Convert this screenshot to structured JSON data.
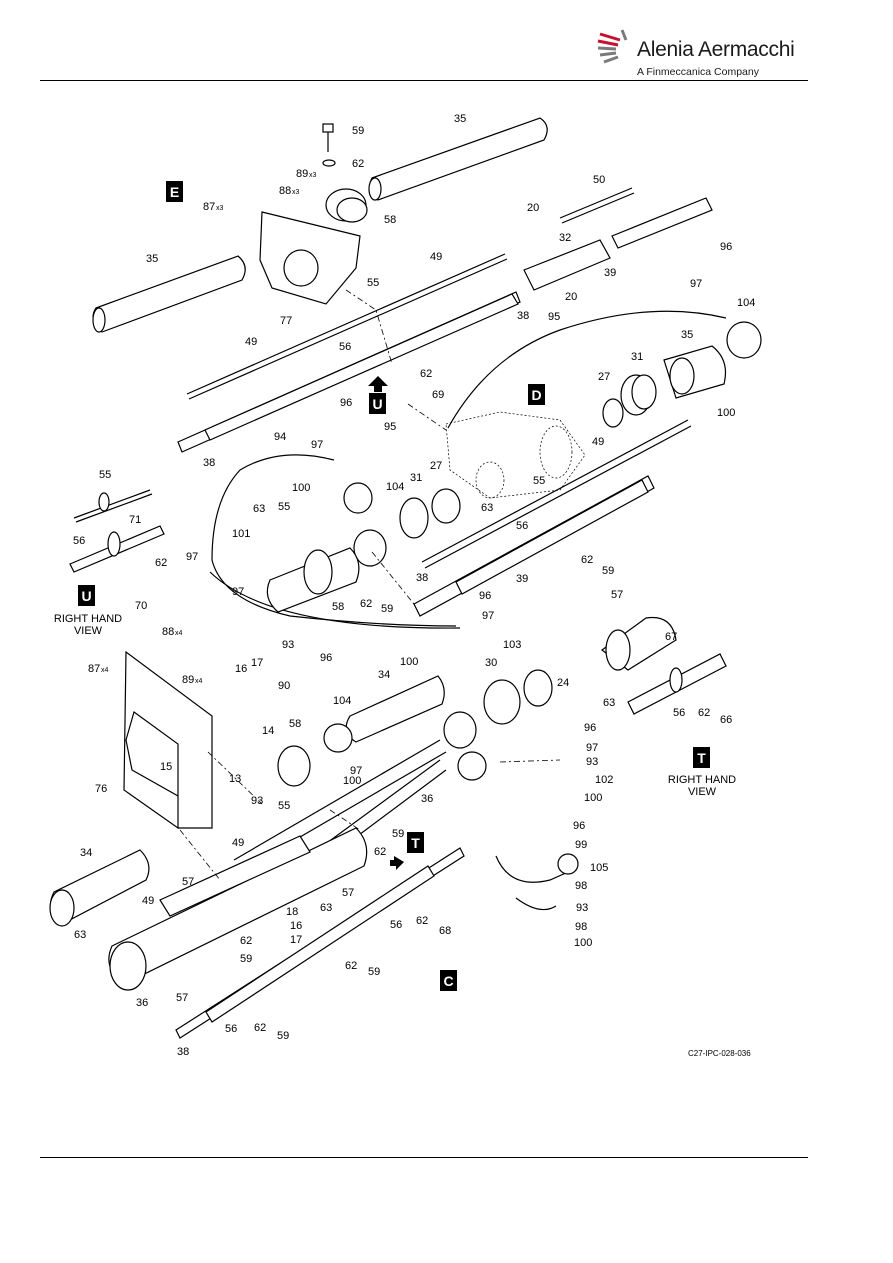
{
  "header": {
    "brand": "Alenia Aermacchi",
    "subtitle": "A Finmeccanica Company",
    "brand_colors": {
      "stripes": "#c8102e",
      "mark_grey": "#7a7a7a"
    }
  },
  "figure_ref": "C27-IPC-028-036",
  "view_badges": {
    "E": "E",
    "D": "D",
    "U_main": "U",
    "U_view": "U",
    "T_main": "T",
    "T_view": "T",
    "C": "C"
  },
  "captions": {
    "u_view_line1": "RIGHT HAND",
    "u_view_line2": "VIEW",
    "t_view_line1": "RIGHT HAND",
    "t_view_line2": "VIEW"
  },
  "callouts": [
    {
      "id": "c35a",
      "text": "35"
    },
    {
      "id": "c59a",
      "text": "59"
    },
    {
      "id": "c62a",
      "text": "62"
    },
    {
      "id": "c89a",
      "text": "89",
      "sfx": "x3"
    },
    {
      "id": "c88a",
      "text": "88",
      "sfx": "x3"
    },
    {
      "id": "c87a",
      "text": "87",
      "sfx": "x3"
    },
    {
      "id": "c58a",
      "text": "58"
    },
    {
      "id": "c50",
      "text": "50"
    },
    {
      "id": "c20a",
      "text": "20"
    },
    {
      "id": "c32",
      "text": "32"
    },
    {
      "id": "c96a",
      "text": "96"
    },
    {
      "id": "c35b",
      "text": "35"
    },
    {
      "id": "c49a",
      "text": "49"
    },
    {
      "id": "c39a",
      "text": "39"
    },
    {
      "id": "c97a",
      "text": "97"
    },
    {
      "id": "c55a",
      "text": "55"
    },
    {
      "id": "c20b",
      "text": "20"
    },
    {
      "id": "c104a",
      "text": "104"
    },
    {
      "id": "c77",
      "text": "77"
    },
    {
      "id": "c38a",
      "text": "38"
    },
    {
      "id": "c95a",
      "text": "95"
    },
    {
      "id": "c49b",
      "text": "49"
    },
    {
      "id": "c56a",
      "text": "56"
    },
    {
      "id": "c62b",
      "text": "62"
    },
    {
      "id": "c35c",
      "text": "35"
    },
    {
      "id": "c31a",
      "text": "31"
    },
    {
      "id": "c27a",
      "text": "27"
    },
    {
      "id": "c69",
      "text": "69"
    },
    {
      "id": "c100a",
      "text": "100"
    },
    {
      "id": "c96b",
      "text": "96"
    },
    {
      "id": "c94",
      "text": "94"
    },
    {
      "id": "c95b",
      "text": "95"
    },
    {
      "id": "c97b",
      "text": "97"
    },
    {
      "id": "c38b",
      "text": "38"
    },
    {
      "id": "c104b",
      "text": "104"
    },
    {
      "id": "c27b",
      "text": "27"
    },
    {
      "id": "c49c",
      "text": "49"
    },
    {
      "id": "c31b",
      "text": "31"
    },
    {
      "id": "c100b",
      "text": "100"
    },
    {
      "id": "c55b",
      "text": "55"
    },
    {
      "id": "c63a",
      "text": "63"
    },
    {
      "id": "c55c",
      "text": "55"
    },
    {
      "id": "c71",
      "text": "71"
    },
    {
      "id": "c63b",
      "text": "63"
    },
    {
      "id": "c55d",
      "text": "55"
    },
    {
      "id": "c56b",
      "text": "56"
    },
    {
      "id": "c101",
      "text": "101"
    },
    {
      "id": "c56c",
      "text": "56"
    },
    {
      "id": "c62c",
      "text": "62"
    },
    {
      "id": "c62d",
      "text": "62"
    },
    {
      "id": "c38c",
      "text": "38"
    },
    {
      "id": "c39b",
      "text": "39"
    },
    {
      "id": "c59b",
      "text": "59"
    },
    {
      "id": "c97c",
      "text": "97"
    },
    {
      "id": "c97d",
      "text": "97"
    },
    {
      "id": "c58b",
      "text": "58"
    },
    {
      "id": "c62e",
      "text": "62"
    },
    {
      "id": "c59c",
      "text": "59"
    },
    {
      "id": "c70",
      "text": "70"
    },
    {
      "id": "c96c",
      "text": "96"
    },
    {
      "id": "c97e",
      "text": "97"
    },
    {
      "id": "c57a",
      "text": "57"
    },
    {
      "id": "c93a",
      "text": "93"
    },
    {
      "id": "c103",
      "text": "103"
    },
    {
      "id": "c67",
      "text": "67"
    },
    {
      "id": "c88b",
      "text": "88",
      "sfx": "x4"
    },
    {
      "id": "c100c",
      "text": "100"
    },
    {
      "id": "c30",
      "text": "30"
    },
    {
      "id": "c24",
      "text": "24"
    },
    {
      "id": "c87b",
      "text": "87",
      "sfx": "x4"
    },
    {
      "id": "c89b",
      "text": "89",
      "sfx": "x4"
    },
    {
      "id": "c16a",
      "text": "16"
    },
    {
      "id": "c17a",
      "text": "17"
    },
    {
      "id": "c96d",
      "text": "96"
    },
    {
      "id": "c34a",
      "text": "34"
    },
    {
      "id": "c63c",
      "text": "63"
    },
    {
      "id": "c90",
      "text": "90"
    },
    {
      "id": "c56d",
      "text": "56"
    },
    {
      "id": "c62f",
      "text": "62"
    },
    {
      "id": "c66",
      "text": "66"
    },
    {
      "id": "c104c",
      "text": "104"
    },
    {
      "id": "c58c",
      "text": "58"
    },
    {
      "id": "c14",
      "text": "14"
    },
    {
      "id": "c96e",
      "text": "96"
    },
    {
      "id": "c97f",
      "text": "97"
    },
    {
      "id": "c15",
      "text": "15"
    },
    {
      "id": "c93b",
      "text": "93"
    },
    {
      "id": "c97g",
      "text": "97"
    },
    {
      "id": "c13",
      "text": "13"
    },
    {
      "id": "c100d",
      "text": "100"
    },
    {
      "id": "c102",
      "text": "102"
    },
    {
      "id": "c76",
      "text": "76"
    },
    {
      "id": "c100e",
      "text": "100"
    },
    {
      "id": "c36a",
      "text": "36"
    },
    {
      "id": "c93c",
      "text": "93"
    },
    {
      "id": "c55e",
      "text": "55"
    },
    {
      "id": "c59d",
      "text": "59"
    },
    {
      "id": "c96f",
      "text": "96"
    },
    {
      "id": "c99",
      "text": "99"
    },
    {
      "id": "c49d",
      "text": "49"
    },
    {
      "id": "c62g",
      "text": "62"
    },
    {
      "id": "c105",
      "text": "105"
    },
    {
      "id": "c34b",
      "text": "34"
    },
    {
      "id": "c57b",
      "text": "57"
    },
    {
      "id": "c57c",
      "text": "57"
    },
    {
      "id": "c98a",
      "text": "98"
    },
    {
      "id": "c49e",
      "text": "49"
    },
    {
      "id": "c63d",
      "text": "63"
    },
    {
      "id": "c18",
      "text": "18"
    },
    {
      "id": "c56e",
      "text": "56"
    },
    {
      "id": "c62h",
      "text": "62"
    },
    {
      "id": "c93d",
      "text": "93"
    },
    {
      "id": "c16b",
      "text": "16"
    },
    {
      "id": "c68",
      "text": "68"
    },
    {
      "id": "c98b",
      "text": "98"
    },
    {
      "id": "c63e",
      "text": "63"
    },
    {
      "id": "c17b",
      "text": "17"
    },
    {
      "id": "c62i",
      "text": "62"
    },
    {
      "id": "c100f",
      "text": "100"
    },
    {
      "id": "c59e",
      "text": "59"
    },
    {
      "id": "c62j",
      "text": "62"
    },
    {
      "id": "c59f",
      "text": "59"
    },
    {
      "id": "c36b",
      "text": "36"
    },
    {
      "id": "c57d",
      "text": "57"
    },
    {
      "id": "c56f",
      "text": "56"
    },
    {
      "id": "c62k",
      "text": "62"
    },
    {
      "id": "c59g",
      "text": "59"
    },
    {
      "id": "c38d",
      "text": "38"
    }
  ]
}
